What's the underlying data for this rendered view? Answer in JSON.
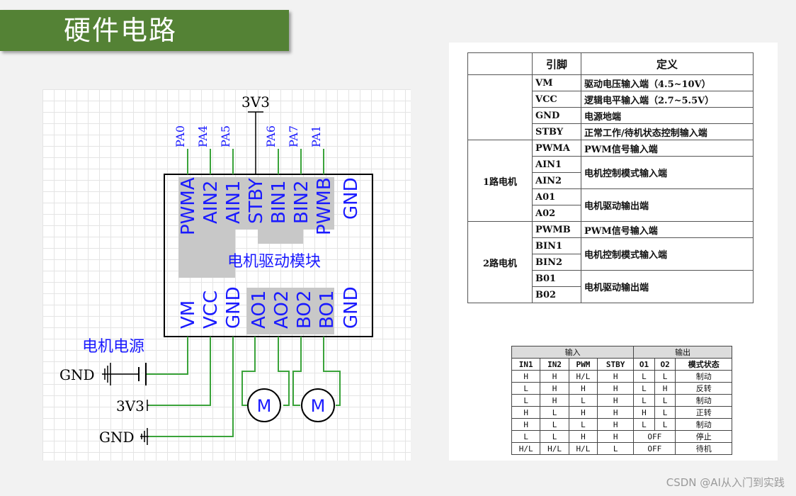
{
  "title": "硬件电路",
  "schematic": {
    "power_label": "3V3",
    "top_pins": [
      {
        "name": "PWMA",
        "net": "PA0"
      },
      {
        "name": "AIN2",
        "net": "PA4"
      },
      {
        "name": "AIN1",
        "net": "PA5"
      },
      {
        "name": "STBY",
        "net": ""
      },
      {
        "name": "BIN1",
        "net": "PA6"
      },
      {
        "name": "BIN2",
        "net": "PA7"
      },
      {
        "name": "PWMB",
        "net": "PA1"
      },
      {
        "name": "GND",
        "net": ""
      }
    ],
    "bottom_pins": [
      "VM",
      "VCC",
      "GND",
      "AO1",
      "AO2",
      "BO2",
      "BO1",
      "GND"
    ],
    "module_label": "电机驱动模块",
    "supply_label": "电机电源",
    "gnd_label_1": "GND",
    "v33_label": "3V3",
    "gnd_label_2": "GND",
    "motor_label": "M",
    "colors": {
      "title_bg": "#548235",
      "blue_text": "#1a1aff",
      "wire": "#3aa33a",
      "shade": "#c8c8c8"
    }
  },
  "pin_table": {
    "headers": [
      "",
      "引脚",
      "定义"
    ],
    "rows": [
      {
        "group": "",
        "pin": "VM",
        "def": "驱动电压输入端（4.5~10V）"
      },
      {
        "group": "",
        "pin": "VCC",
        "def": "逻辑电平输入端（2.7~5.5V）"
      },
      {
        "group": "",
        "pin": "GND",
        "def": "电源地端"
      },
      {
        "group": "",
        "pin": "STBY",
        "def": "正常工作/待机状态控制输入端"
      },
      {
        "group": "1路电机",
        "pin": "PWMA",
        "def": "PWM信号输入端"
      },
      {
        "group": "",
        "pin": "AIN1",
        "def": "电机控制模式输入端"
      },
      {
        "group": "",
        "pin": "AIN2",
        "def": ""
      },
      {
        "group": "",
        "pin": "A01",
        "def": "电机驱动输出端"
      },
      {
        "group": "",
        "pin": "A02",
        "def": ""
      },
      {
        "group": "2路电机",
        "pin": "PWMB",
        "def": "PWM信号输入端"
      },
      {
        "group": "",
        "pin": "BIN1",
        "def": "电机控制模式输入端"
      },
      {
        "group": "",
        "pin": "BIN2",
        "def": ""
      },
      {
        "group": "",
        "pin": "B01",
        "def": "电机驱动输出端"
      },
      {
        "group": "",
        "pin": "B02",
        "def": ""
      }
    ]
  },
  "truth_table": {
    "group_input": "输入",
    "group_output": "输出",
    "headers": [
      "IN1",
      "IN2",
      "PWM",
      "STBY",
      "O1",
      "O2",
      "模式状态"
    ],
    "rows": [
      [
        "H",
        "H",
        "H/L",
        "H",
        "L",
        "L",
        "制动"
      ],
      [
        "L",
        "H",
        "H",
        "H",
        "L",
        "H",
        "反转"
      ],
      [
        "L",
        "H",
        "L",
        "H",
        "L",
        "L",
        "制动"
      ],
      [
        "H",
        "L",
        "H",
        "H",
        "H",
        "L",
        "正转"
      ],
      [
        "H",
        "L",
        "L",
        "H",
        "L",
        "L",
        "制动"
      ],
      [
        "L",
        "L",
        "H",
        "H",
        "OFF",
        "",
        "停止"
      ],
      [
        "H/L",
        "H/L",
        "H/L",
        "L",
        "OFF",
        "",
        "待机"
      ]
    ]
  },
  "watermark": "CSDN @AI从入门到实践"
}
